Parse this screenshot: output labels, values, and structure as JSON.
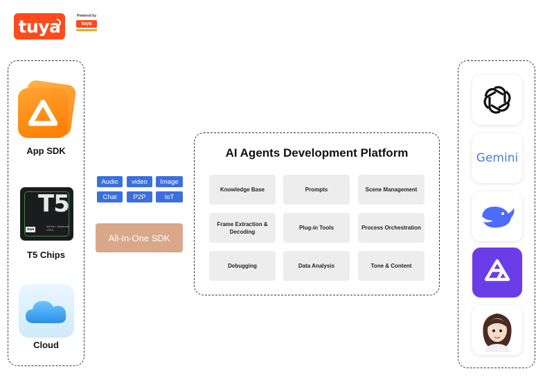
{
  "branding": {
    "logo_text": "tuya",
    "powered_by": "Powered by",
    "powered_logo": "tuya"
  },
  "left_panel": {
    "items": [
      {
        "label": "App SDK",
        "icon": "app-sdk-icon"
      },
      {
        "label": "T5 Chips",
        "icon": "t5-chip-icon"
      },
      {
        "label": "Cloud",
        "icon": "cloud-icon"
      }
    ],
    "chip": {
      "title": "T5",
      "brand": "tuya",
      "spec": "Wi-Fi6 + Bluetooth LE5.4"
    }
  },
  "tags": [
    "Audio",
    "video",
    "Image",
    "Chat",
    "P2P",
    "IoT"
  ],
  "sdk_label": "All-In-One SDK",
  "platform": {
    "title": "AI Agents Development Platform",
    "cells": [
      "Knowledge Base",
      "Prompts",
      "Scene Management",
      "Frame Extraction & Decoding",
      "Plug-in Tools",
      "Process Orchestration",
      "Debugging",
      "Data Analysis",
      "Tone & Content"
    ]
  },
  "models": [
    {
      "name": "openai-icon"
    },
    {
      "name": "gemini-icon",
      "label": "Gemini"
    },
    {
      "name": "deepseek-icon"
    },
    {
      "name": "tongyi-qwen-icon"
    },
    {
      "name": "avatar-icon"
    }
  ],
  "colors": {
    "brand": "#ff4a1c",
    "tag_blue": "#3b6fe0",
    "sdk_tan": "#d9a789",
    "cell_gray": "#ededed",
    "deepseek_blue": "#4d6bfe",
    "qwen_purple": "#6a3de8"
  }
}
